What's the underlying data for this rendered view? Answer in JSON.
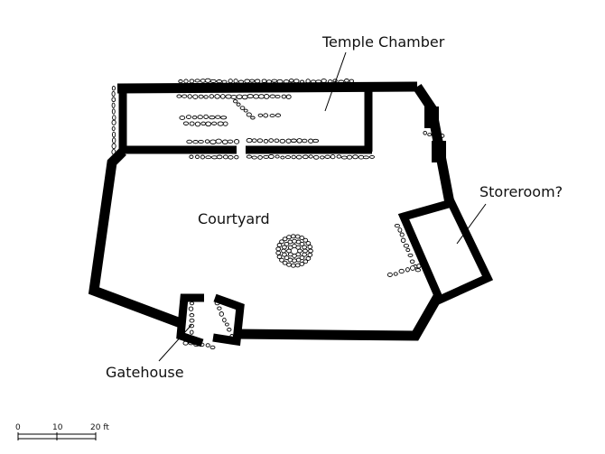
{
  "labels": {
    "temple_chamber": "Temple Chamber",
    "courtyard": "Courtyard",
    "storeroom": "Storeroom?",
    "gatehouse": "Gatehouse"
  },
  "scale_bar": {
    "ticks": [
      "0",
      "10",
      "20 ft"
    ]
  }
}
